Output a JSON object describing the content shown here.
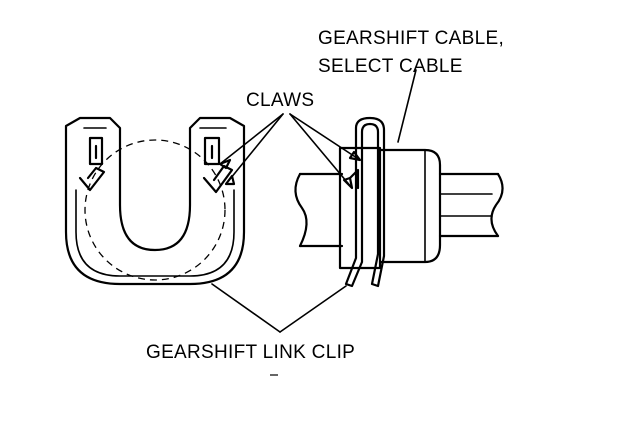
{
  "labels": {
    "cable_line1": "GEARSHIFT CABLE,",
    "cable_line2": "SELECT CABLE",
    "claws": "CLAWS",
    "link_clip": "GEARSHIFT LINK CLIP"
  }
}
